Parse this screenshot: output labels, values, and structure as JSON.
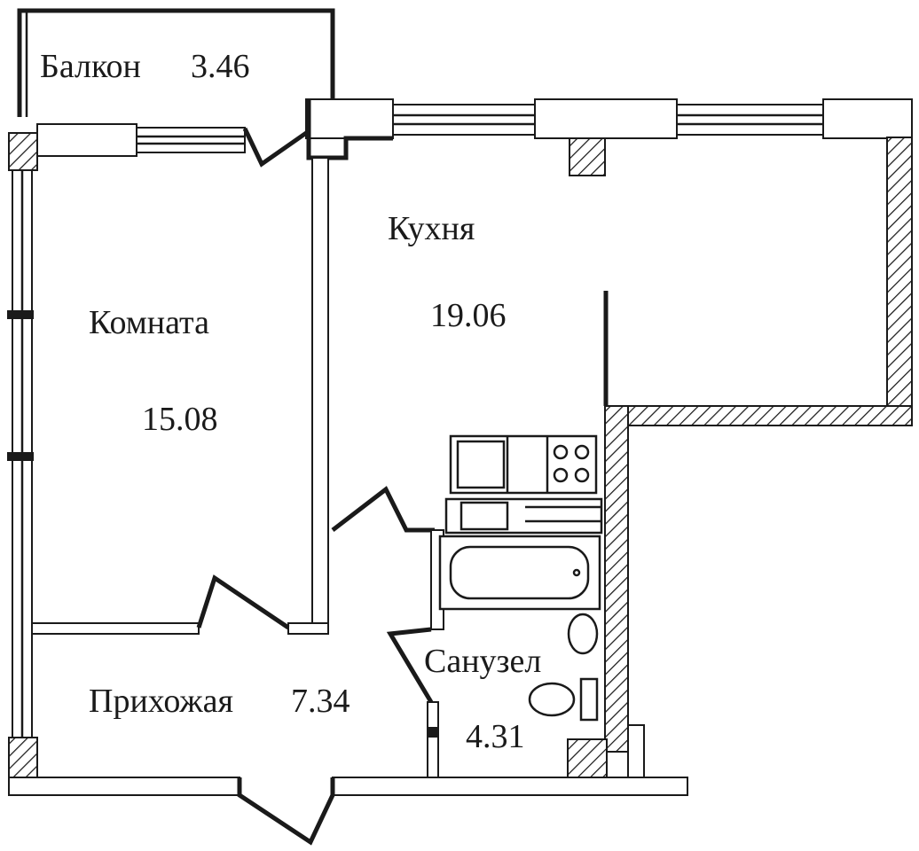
{
  "rooms": {
    "balcony": {
      "name": "Балкон",
      "area": "3.46"
    },
    "kitchen": {
      "name": "Кухня",
      "area": "19.06"
    },
    "room": {
      "name": "Комната",
      "area": "15.08"
    },
    "hallway": {
      "name": "Прихожая",
      "area": "7.34"
    },
    "bathroom": {
      "name": "Санузел",
      "area": "4.31"
    }
  }
}
